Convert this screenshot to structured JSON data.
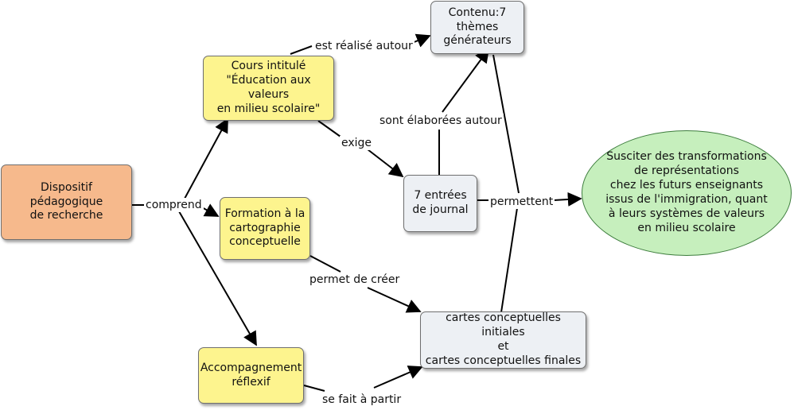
{
  "nodes": {
    "dispositif": "Dispositif pédagogique\nde recherche",
    "cours": "Cours intitulé\n\"Éducation aux valeurs\nen milieu scolaire\"",
    "formation": "Formation à la\ncartographie\nconceptuelle",
    "accompagnement": "Accompagnement\nréflexif",
    "contenu": "Contenu:7 thèmes\ngénérateurs",
    "entrees": "7 entrées\nde journal",
    "cartes": "cartes conceptuelles initiales\net\ncartes conceptuelles finales",
    "susciter": "Susciter des transformations\nde représentations\nchez les futurs enseignants\nissus de l'immigration, quant\nà leurs systèmes de valeurs\nen milieu scolaire"
  },
  "links": {
    "comprend": "comprend",
    "est_realise": "est réalisé autour",
    "exige": "exige",
    "sont_elaborees": "sont élaborées autour",
    "permettent": "permettent",
    "permet_creer": "permet de créer",
    "se_fait": "se fait à partir"
  },
  "colors": {
    "orange": "#f6b98c",
    "yellow": "#fdf48e",
    "grey": "#edf0f4",
    "green": "#c6efbd",
    "line": "#000000"
  }
}
